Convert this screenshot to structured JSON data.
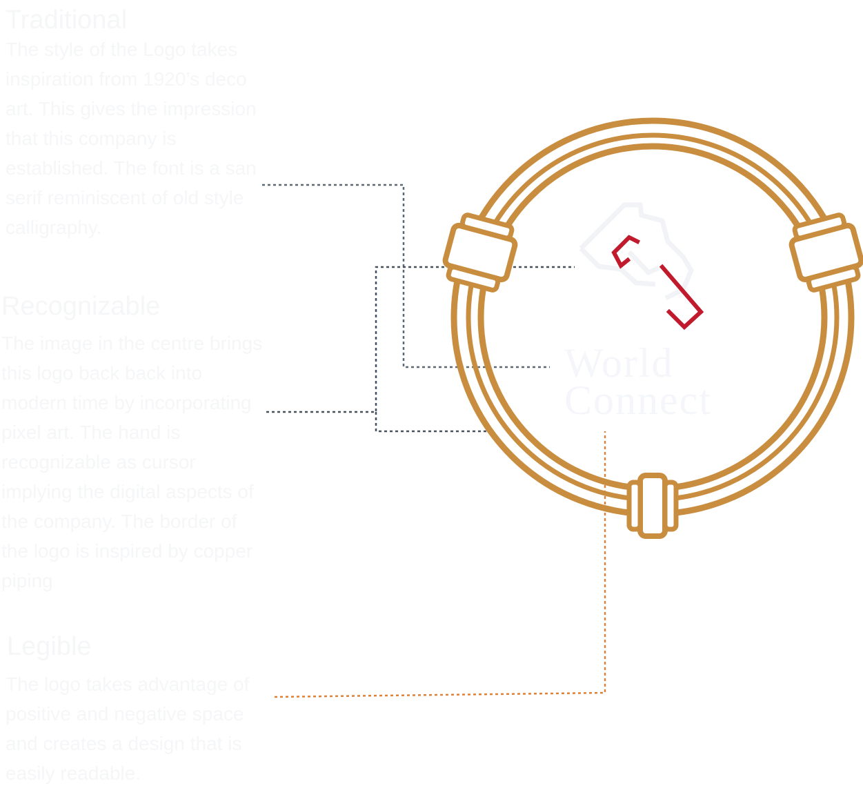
{
  "sections": {
    "traditional": {
      "title": "Traditional",
      "body": "The style of the Logo takes inspiration from 1920’s deco art. This gives the impression that this company is established. The font is a san serif reminiscent of old style calligraphy."
    },
    "recognizable": {
      "title": "Recognizable",
      "body": "The image in the centre brings this logo back back into modern time by incorporating pixel art. The hand is recognizable as cursor implying the digital aspects of the company. The border of the logo is inspired by copper piping"
    },
    "legible": {
      "title": "Legible",
      "body": "The logo takes advantage of positive and negative space and creates a design that is easily readable."
    }
  },
  "logo": {
    "line1": "World",
    "line2": "Connect"
  },
  "colors": {
    "copper": "#c98d3f",
    "cursor_red": "#c01a2c",
    "leader_traditional": "#5c6873",
    "leader_recognizable": "#46515d",
    "leader_legible": "#d9823b",
    "faint_text": "#f5f6f8"
  }
}
